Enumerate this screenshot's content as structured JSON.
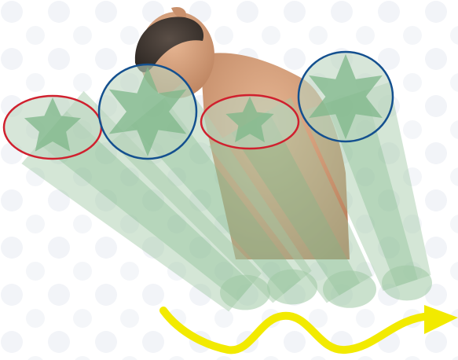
{
  "scene": {
    "background": "#ffffff",
    "pattern_color": "#f3f5f9",
    "head": {
      "skin": "#d9a37f",
      "skin_shadow": "#b9805d",
      "hair": "#3a3430"
    },
    "beams": [
      {
        "id": "beam-1",
        "ring": "red"
      },
      {
        "id": "beam-2",
        "ring": "blue"
      },
      {
        "id": "beam-3",
        "ring": "red"
      },
      {
        "id": "beam-4",
        "ring": "blue"
      }
    ],
    "beam_fill": "#9fc8a4",
    "star_fill": "#7fb78a",
    "ring_colors": {
      "red": "#d0202e",
      "blue": "#14508f"
    },
    "arrow": {
      "color": "#f2ea00",
      "meaning": "motion-direction"
    }
  }
}
